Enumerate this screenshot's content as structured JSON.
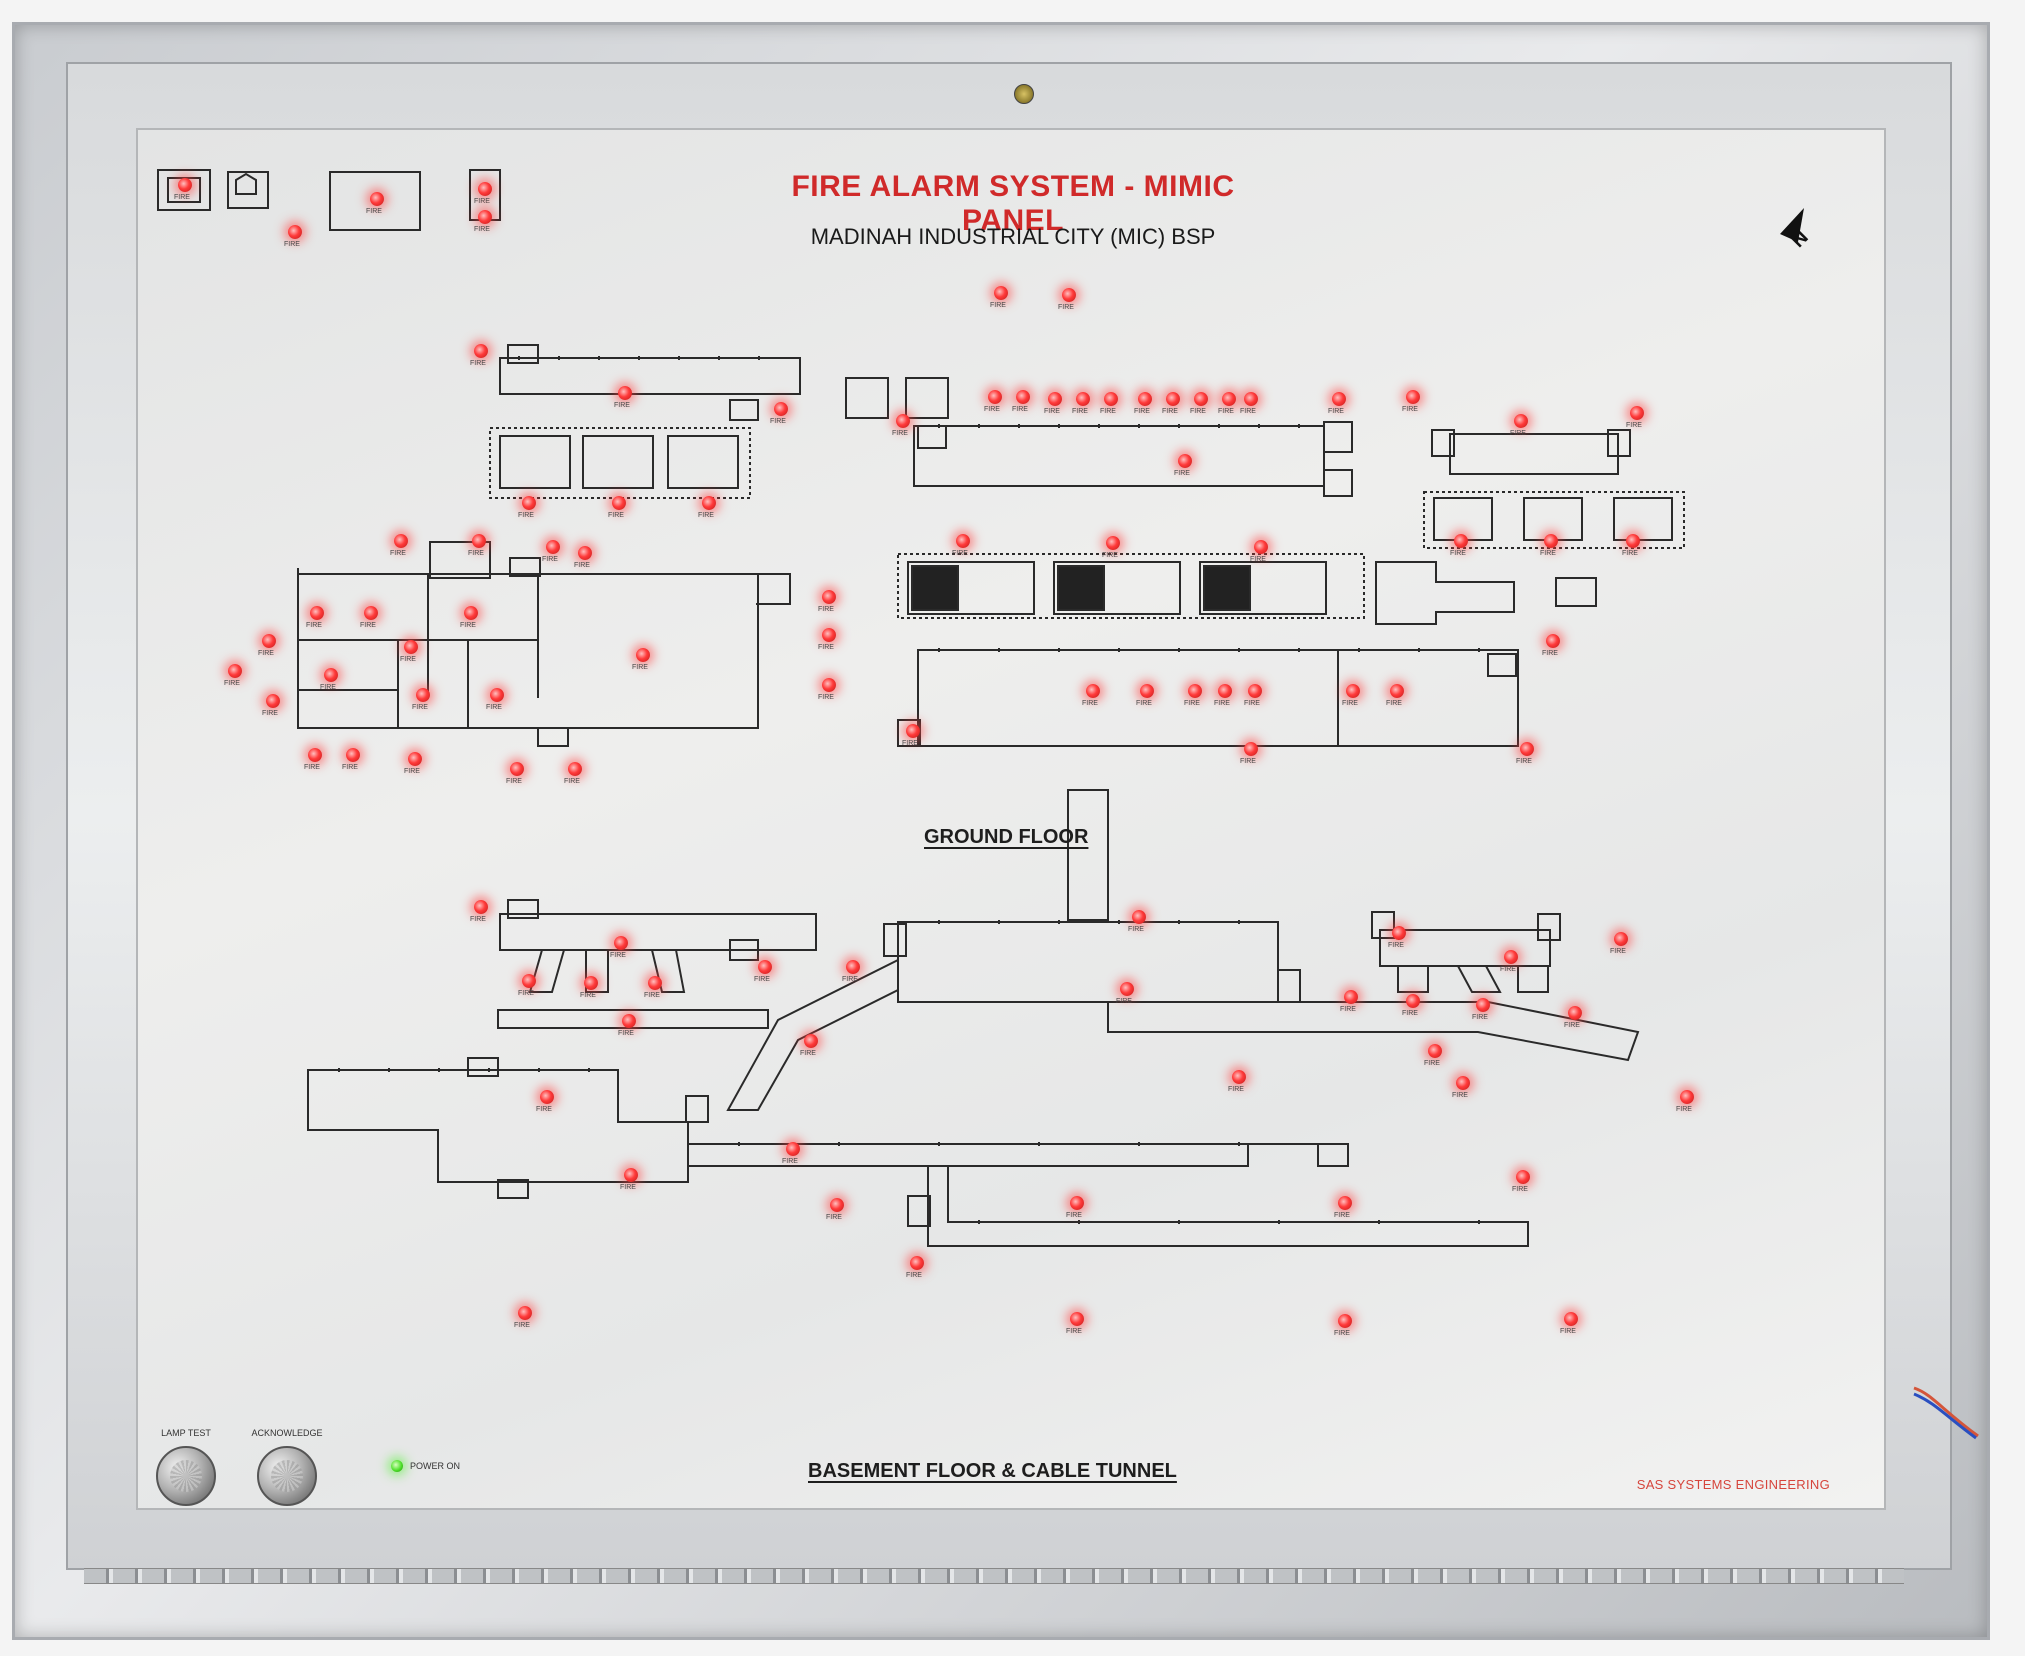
{
  "panel": {
    "title": "FIRE ALARM SYSTEM - MIMIC PANEL",
    "subtitle": "MADINAH INDUSTRIAL CITY (MIC) BSP",
    "north_label": "N",
    "ground_floor_label": "GROUND FLOOR",
    "basement_label": "BASEMENT FLOOR & CABLE TUNNEL",
    "company": "SAS SYSTEMS ENGINEERING",
    "led_label": "FIRE"
  },
  "controls": {
    "lamp_test_label": "LAMP TEST",
    "acknowledge_label": "ACKNOWLEDGE",
    "power_label": "POWER ON"
  },
  "colors": {
    "title_red": "#d02a2a",
    "fire_led": "#ff3a3a",
    "power_led": "#4ee02a"
  }
}
